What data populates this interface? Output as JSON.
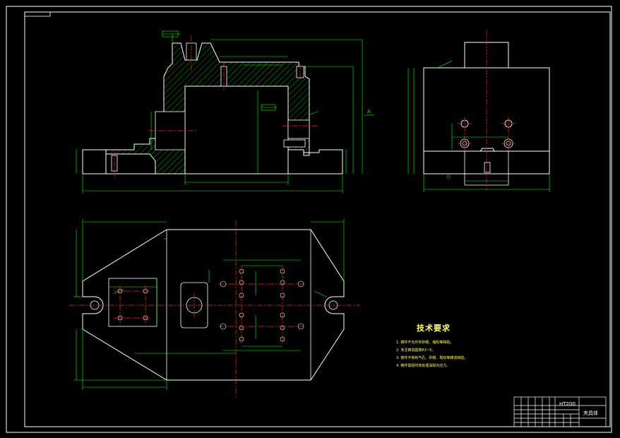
{
  "drawing": {
    "colors": {
      "background": "#000000",
      "outline": "#ffffff",
      "dimension": "#00ff00",
      "centerline": "#ff2020",
      "hatch": "#00cc00",
      "text": "#ffff66"
    }
  },
  "tech_requirements": {
    "title": "技术要求",
    "lines": [
      "1. 铸件不允许有砂眼、缩松等缺陷。",
      "2. 未注铸造圆角R3~5。",
      "3. 铸件不得有气孔、砂眼、裂纹等铸造缺陷。",
      "4. 铸件需经时效处理消除内应力。"
    ]
  },
  "title_block": {
    "material": "HT200",
    "name": "夹具体"
  },
  "labels": {
    "section_a": "A"
  }
}
